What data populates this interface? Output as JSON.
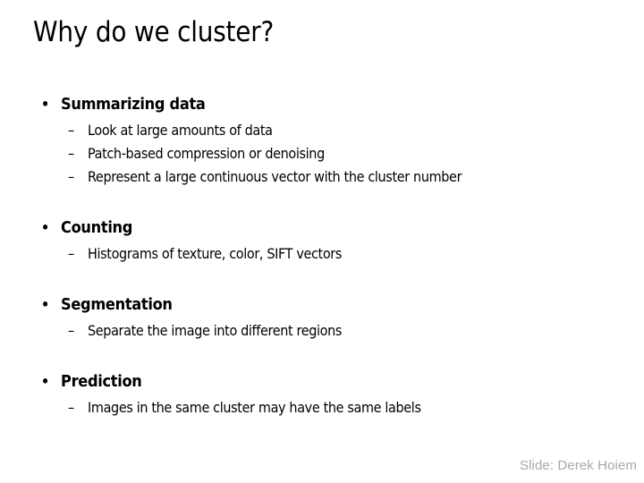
{
  "slide": {
    "title": "Why do we cluster?",
    "background_color": "#ffffff",
    "text_color": "#000000",
    "credit": "Slide: Derek Hoiem",
    "credit_color": "#a8a8a8",
    "bullet_marker": "•",
    "sub_bullet_marker": "–",
    "sections": [
      {
        "heading": "Summarizing data",
        "items": [
          "Look at large amounts of data",
          "Patch-based compression or denoising",
          "Represent a large continuous vector with the cluster number"
        ]
      },
      {
        "heading": "Counting",
        "items": [
          "Histograms of texture, color, SIFT vectors"
        ]
      },
      {
        "heading": "Segmentation",
        "items": [
          "Separate the image into different regions"
        ]
      },
      {
        "heading": "Prediction",
        "items": [
          "Images in the same cluster may have the same labels"
        ]
      }
    ]
  }
}
